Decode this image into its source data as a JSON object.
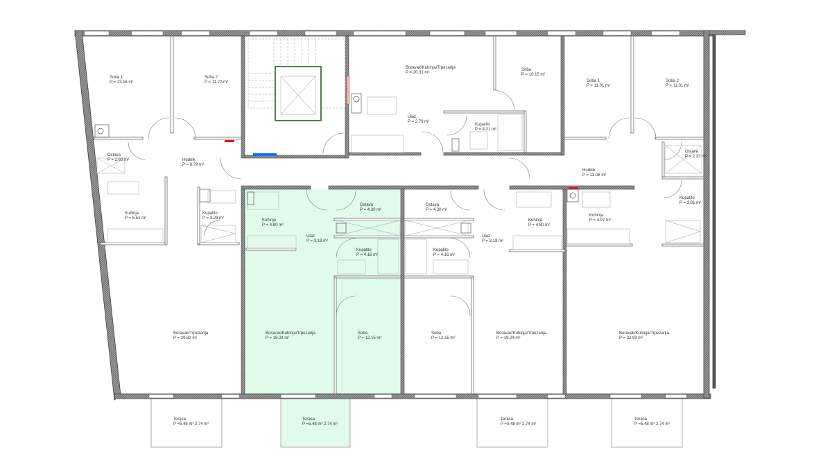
{
  "plan": {
    "highlight_color": "#e0fbea",
    "wall_color": "#8a8a8a",
    "accent_red": "#e8141b",
    "accent_blue": "#1a73e8",
    "rooms": [
      {
        "name": "Soba 1",
        "area": "P = 13.16 m²"
      },
      {
        "name": "Soba 2",
        "area": "P = 11.22 m²"
      },
      {
        "name": "Ostava",
        "area": "P = 2.60 m²"
      },
      {
        "name": "Hodnik",
        "area": "P = 9.79 m²"
      },
      {
        "name": "Kuhinja",
        "area": "P = 6.51 m²"
      },
      {
        "name": "Kupatilo",
        "area": "P = 3.29 m²"
      },
      {
        "name": "Boravak/Trpezarija",
        "area": "P = 29.82 m²"
      },
      {
        "name": "Boravak/Kuhinja/Trpezarija",
        "area": "P = 20.31 m²"
      },
      {
        "name": "Soba",
        "area": "P = 10.15 m²"
      },
      {
        "name": "Ulaz",
        "area": "P = 2.70 m²"
      },
      {
        "name": "Kupatilo",
        "area": "P = 4.21 m²"
      },
      {
        "name": "Soba 1",
        "area": "P = 11.01 m²"
      },
      {
        "name": "Soba 2",
        "area": "P = 11.01 m²"
      },
      {
        "name": "Ostava",
        "area": "P = 2.32 m²"
      },
      {
        "name": "Hodnik",
        "area": "P = 13.08 m²"
      },
      {
        "name": "Kupatilo",
        "area": "P = 3.81 m²"
      },
      {
        "name": "Kuhinja",
        "area": "P = 4.97 m²"
      },
      {
        "name": "Kuhinja",
        "area": "P = 4.80 m²"
      },
      {
        "name": "Ulaz",
        "area": "P = 3.19 m²"
      },
      {
        "name": "Ostava",
        "area": "P = 4.30 m²"
      },
      {
        "name": "Kupatilo",
        "area": "P = 4.16 m²"
      },
      {
        "name": "Boravak/Kuhinja/Trpezarija",
        "area": "P = 19.24 m²"
      },
      {
        "name": "Soba",
        "area": "P = 12.15 m²"
      },
      {
        "name": "Ostava",
        "area": "P = 4.30 m²"
      },
      {
        "name": "Kupatilo",
        "area": "P = 4.16 m²"
      },
      {
        "name": "Soba",
        "area": "P = 12.15 m²"
      },
      {
        "name": "Ulaz",
        "area": "P = 3.19 m²"
      },
      {
        "name": "Kuhinja",
        "area": "P = 4.80 m²"
      },
      {
        "name": "Boravak/Kuhinja/Trpezarija",
        "area": "P = 19.24 m²"
      },
      {
        "name": "Boravak/Kuhinja/Trpezarija",
        "area": "P = 32.93 m²"
      },
      {
        "name": "Terasa",
        "area": "P =5.48 m² 2.74 m²"
      },
      {
        "name": "Terasa",
        "area": "P =5.48 m² 2.74 m²"
      },
      {
        "name": "Terasa",
        "area": "P =5.48 m² 2.74 m²"
      },
      {
        "name": "Terasa",
        "area": "P =5.48 m² 2.74 m²"
      }
    ]
  }
}
